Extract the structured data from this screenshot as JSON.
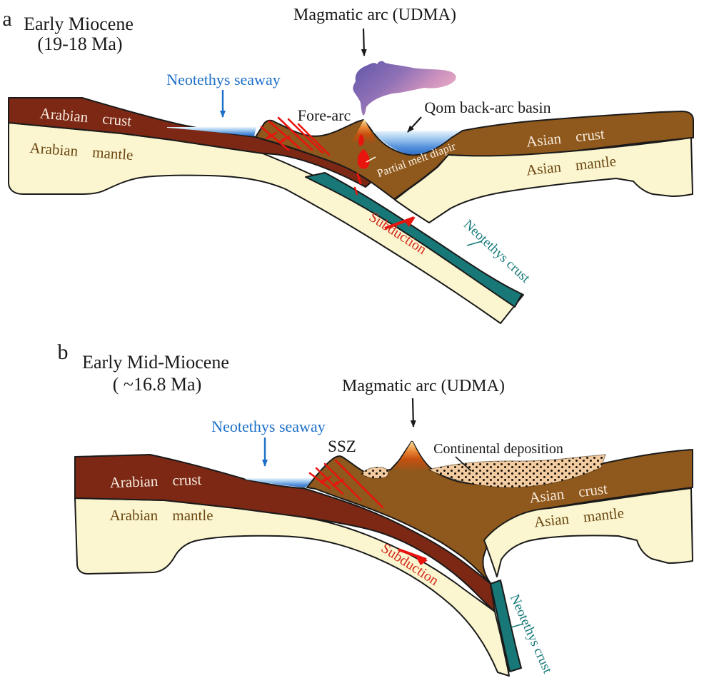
{
  "colors": {
    "arabian_crust": "#7c2815",
    "asian_crust": "#8f581c",
    "mantle_cream": "#fbf6cf",
    "neotethys_slab_teal": "#187878",
    "sea_deep_blue": "#3070c8",
    "sea_light_blue": "#eaf4fc",
    "magma_purple": "#6a5bac",
    "magma_pink": "#f7bcca",
    "fault_red": "#e8150f",
    "label_blue": "#1c6fc8",
    "label_teal": "#167879",
    "label_red": "#d42a1e",
    "deposit_tan": "#f2cba0",
    "outline_black": "#1a1a1a"
  },
  "panel_a": {
    "letter": "a",
    "title_line1": "Early Miocene",
    "title_line2": "(19-18 Ma)",
    "labels": {
      "magmatic_arc": "Magmatic arc (UDMA)",
      "neotethys_seaway": "Neotethys seaway",
      "fore_arc": "Fore-arc",
      "qom_basin": "Qom back-arc basin",
      "arabian_crust": "Arabian crust",
      "arabian_mantle": "Arabian mantle",
      "asian_crust": "Asian crust",
      "asian_mantle": "Asian mantle",
      "partial_melt_diapir": "Partial melt diapir",
      "subduction": "Subduction",
      "neotethys_crust": "Neotethys crust"
    }
  },
  "panel_b": {
    "letter": "b",
    "title_line1": "Early Mid-Miocene",
    "title_line2": "( ~16.8 Ma)",
    "labels": {
      "magmatic_arc": "Magmatic arc (UDMA)",
      "neotethys_seaway": "Neotethys seaway",
      "ssz": "SSZ",
      "continental_deposition": "Continental deposition",
      "arabian_crust": "Arabian crust",
      "arabian_mantle": "Arabian mantle",
      "asian_crust": "Asian crust",
      "asian_mantle": "Asian mantle",
      "subduction": "Subduction",
      "neotethys_crust": "Neotethys crust"
    }
  }
}
